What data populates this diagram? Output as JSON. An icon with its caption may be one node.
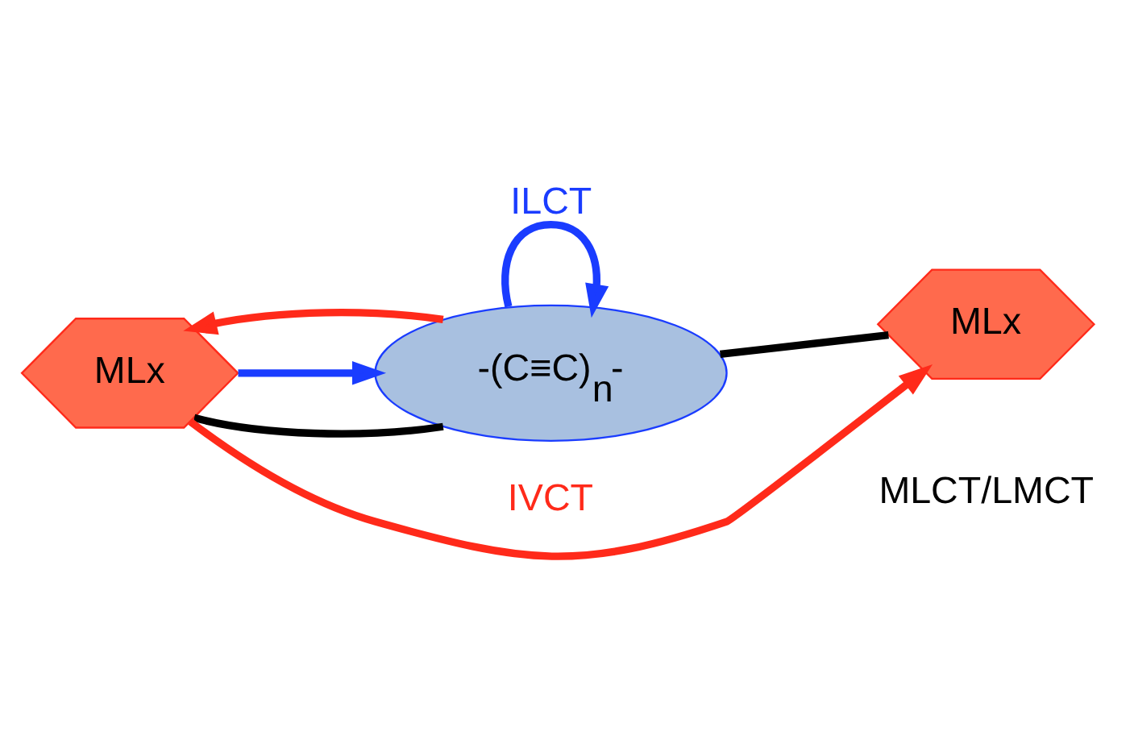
{
  "diagram": {
    "nodes": [
      {
        "text": [
          "MLx"
        ]
      },
      {
        "text": [
          "-(C≡C)$_{n}$-"
        ]
      },
      {
        "text": [
          "MLx"
        ]
      }
    ],
    "edges": [
      {
        "from": 0,
        "to": 1,
        "arrow": "none",
        "color": "#000000"
      },
      {
        "from": 1,
        "to": 2,
        "arrow": "none",
        "color": "#000000"
      },
      {
        "from": 0,
        "to": 2,
        "arrow": "to",
        "label": "IVCT",
        "color": "#ff2a1a"
      },
      {
        "from": 1,
        "to": 1,
        "arrow": "to",
        "label": "ILCT",
        "color": "#1a3cff"
      },
      {
        "from": 0,
        "to": 1,
        "arrow": "to",
        "color": "#1a3cff"
      },
      {
        "from": 1,
        "to": 0,
        "arrow": "to",
        "color": "#ff2a1a"
      }
    ],
    "labels": [
      "MLCT/LMCT"
    ]
  }
}
